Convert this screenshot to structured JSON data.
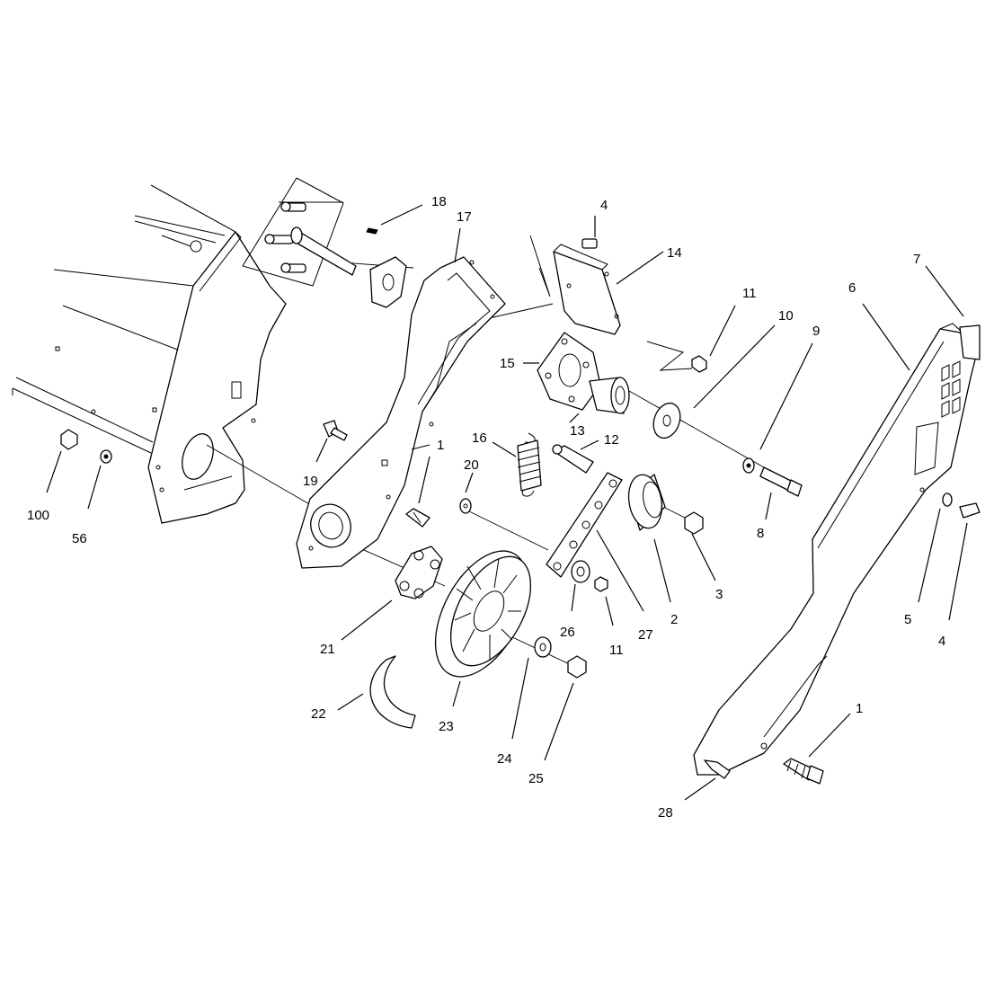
{
  "diagram": {
    "callouts": {
      "c100": "100",
      "c56": "56",
      "c19": "19",
      "c1a": "1",
      "c18": "18",
      "c17": "17",
      "c4a": "4",
      "c14": "14",
      "c11a": "11",
      "c10": "10",
      "c9": "9",
      "c15": "15",
      "c13": "13",
      "c16": "16",
      "c12": "12",
      "c20": "20",
      "c8": "8",
      "c7": "7",
      "c6": "6",
      "c5": "5",
      "c4b": "4",
      "c3": "3",
      "c2": "2",
      "c27": "27",
      "c11b": "11",
      "c26": "26",
      "c21": "21",
      "c22": "22",
      "c23": "23",
      "c24": "24",
      "c25": "25",
      "c1b": "1",
      "c28": "28"
    }
  }
}
